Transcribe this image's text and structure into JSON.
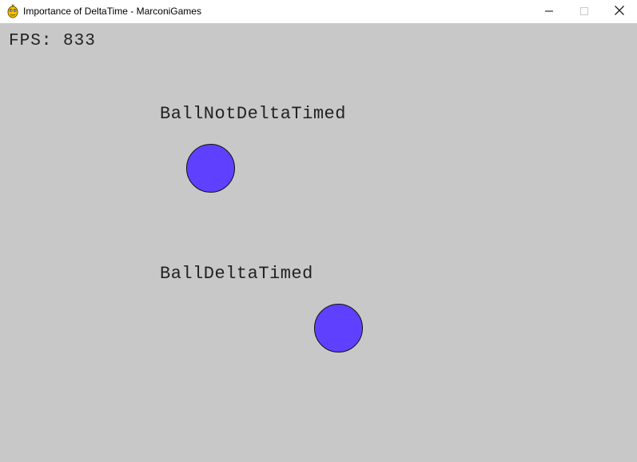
{
  "window": {
    "title": "Importance of DeltaTime - MarconiGames",
    "icon": "pygame-snake-icon"
  },
  "controls": {
    "minimize_icon": "minimize-icon",
    "maximize_icon": "maximize-icon",
    "close_icon": "close-icon"
  },
  "canvas": {
    "background": "#c8c8c8",
    "fps_text": "FPS: 833",
    "ball_not_delta_label": "BallNotDeltaTimed",
    "ball_delta_label": "BallDeltaTimed",
    "ball_color": "#6040ff"
  }
}
